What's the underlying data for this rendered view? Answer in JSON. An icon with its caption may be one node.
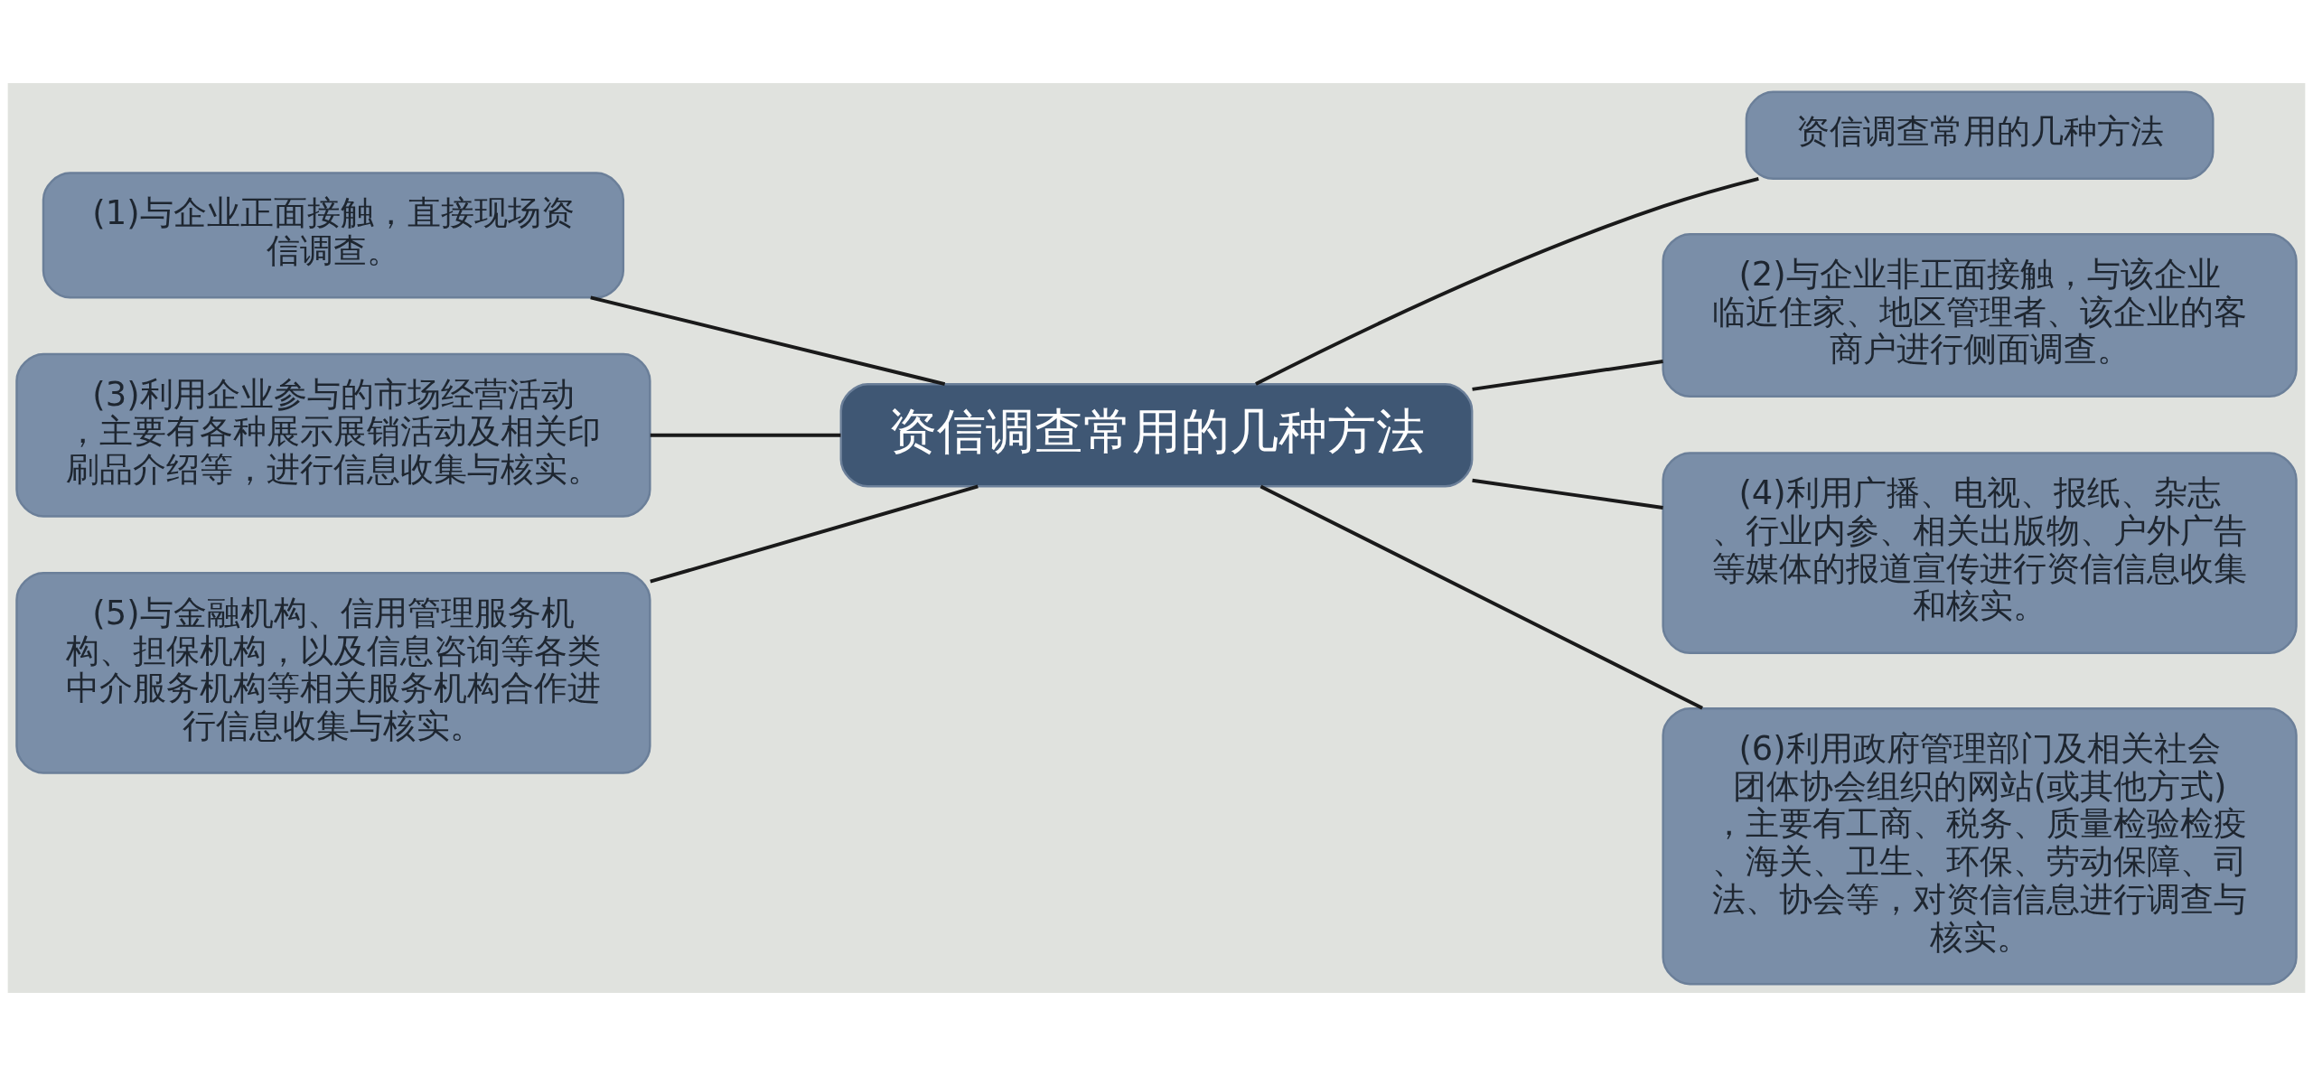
{
  "diagram": {
    "nodes": [
      {
        "text": [
          "资信调查常用的几种方法"
        ]
      },
      {
        "text": [
          "资信调查常用的几种方法"
        ]
      },
      {
        "text": [
          "(1)与企业正面接触，直接现场资信调查。"
        ]
      },
      {
        "text": [
          "(2)与企业非正面接触，与该企业临近住家、地区管理者、该企业的客商户进行侧面调查。"
        ]
      },
      {
        "text": [
          "(3)利用企业参与的市场经营活动，主要有各种展示展销活动及相关印刷品介绍等，进行信息收集与核实。"
        ]
      },
      {
        "text": [
          "(4)利用广播、电视、报纸、杂志、行业内参、相关出版物、户外广告等媒体的报道宣传进行资信信息收集和核实。"
        ]
      },
      {
        "text": [
          "(5)与金融机构、信用管理服务机构、担保机构，以及信息咨询等各类中介服务机构等相关服务机构合作进行信息收集与核实。"
        ]
      },
      {
        "text": [
          "(6)利用政府管理部门及相关社会团体协会组织的网站(或其他方式)，主要有工商、税务、质量检验检疫、海关、卫生、环保、劳动保障、司法、协会等，对资信信息进行调查与核实。"
        ]
      }
    ],
    "edges": [
      {
        "from": 0,
        "to": 1,
        "arrow": "none"
      },
      {
        "from": 0,
        "to": 2,
        "arrow": "none"
      },
      {
        "from": 0,
        "to": 3,
        "arrow": "none"
      },
      {
        "from": 0,
        "to": 4,
        "arrow": "none"
      },
      {
        "from": 0,
        "to": 5,
        "arrow": "none"
      },
      {
        "from": 0,
        "to": 6,
        "arrow": "none"
      },
      {
        "from": 0,
        "to": 7,
        "arrow": "none"
      }
    ]
  }
}
